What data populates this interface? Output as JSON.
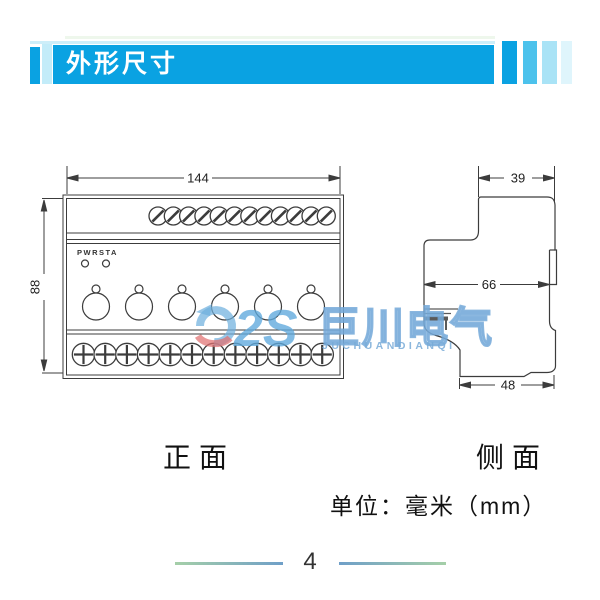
{
  "header": {
    "title": "外形尺寸"
  },
  "drawing": {
    "front": {
      "caption": "正面",
      "width_dim": "144",
      "height_dim": "88",
      "indicators": [
        "PWR",
        "STA"
      ]
    },
    "side": {
      "caption": "侧面",
      "top_width_dim": "39",
      "mid_width_dim": "66",
      "bottom_width_dim": "48"
    }
  },
  "unit_note": "单位：毫米（mm）",
  "watermark": {
    "logo_text": "2S",
    "brand_cn": "巨川电气",
    "brand_en": "JUCHUANDIANQI"
  },
  "footer": {
    "page_number": "4"
  },
  "colors": {
    "banner_blue": "#0aa2e2",
    "accent_light_blue": "#a9e3f6",
    "line_dark": "#3c3c3c",
    "watermark_blue": "#6fb0de",
    "watermark_red": "#e07070"
  }
}
